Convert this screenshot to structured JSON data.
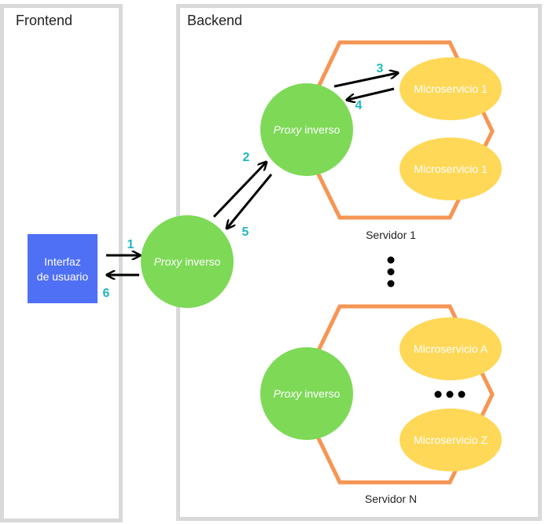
{
  "panels": {
    "frontend_title": "Frontend",
    "backend_title": "Backend"
  },
  "frontend": {
    "ui_box_line1": "Interfaz",
    "ui_box_line2": "de usuario"
  },
  "proxies": {
    "italic_part": "Proxy",
    "rest_part": " inverso"
  },
  "server1": {
    "label": "Servidor 1",
    "services": [
      "Microservicio 1",
      "Microservicio 1"
    ]
  },
  "serverN": {
    "label": "Servidor N",
    "services": [
      "Microservicio A",
      "Microservicio Z"
    ]
  },
  "steps": [
    "1",
    "2",
    "3",
    "4",
    "5",
    "6"
  ],
  "colors": {
    "panel_border": "#d9d9d9",
    "ui_box": "#4f6ff5",
    "proxy": "#7ed957",
    "microservice": "#ffd858",
    "hexagon": "#f79553",
    "step_number": "#1fb6c1",
    "arrow": "#000000"
  },
  "icons": {
    "vertical_ellipsis": "more-vertical-icon",
    "horizontal_ellipsis": "more-horizontal-icon"
  }
}
